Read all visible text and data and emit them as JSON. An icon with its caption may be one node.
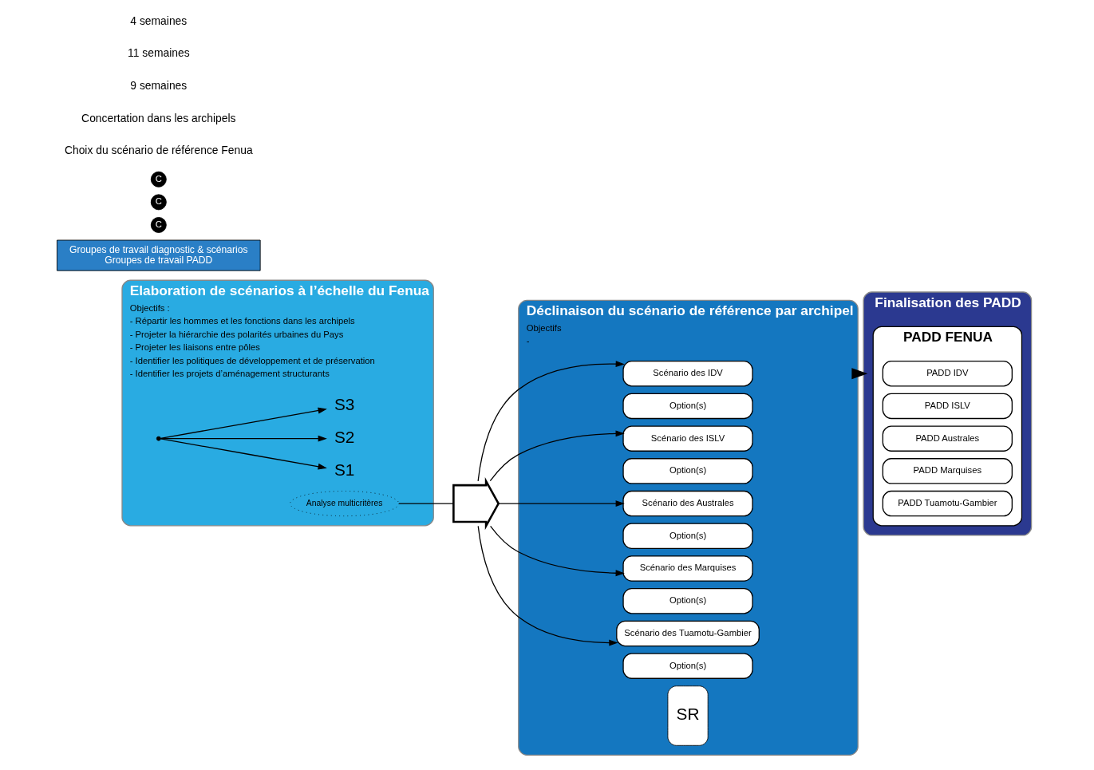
{
  "diagram": {
    "nodes": [
      {
        "text": [
          "Elaboration de scénarios à l’échelle du Fenua",
          "Objectifs :",
          "- Répartir les hommes et les fonctions dans les archipels",
          "- Projeter la hiérarchie des polarités urbaines du Pays",
          "- Projeter les liaisons entre pôles",
          "- Identifier les politiques de développement et de préservation",
          "- Identifier les projets d’aménagement structurants"
        ]
      },
      {
        "text": [],
        "shape": "point",
        "in": 0
      },
      {
        "text": [
          "Analyse multicritères"
        ],
        "in": 0
      },
      {
        "text": [
          "S1"
        ],
        "in": 0
      },
      {
        "text": [
          "S2"
        ],
        "in": 0
      },
      {
        "text": [
          "S3"
        ],
        "in": 0
      },
      {
        "text": [],
        "shape": "arrow"
      },
      {
        "text": [
          "Déclinaison du scénario de référence par archipel",
          "Objectifs",
          "-"
        ]
      },
      {
        "text": [
          "Scénario des IDV"
        ],
        "in": 7
      },
      {
        "text": [
          "Option(s)"
        ],
        "in": 7
      },
      {
        "text": [
          "Scénario des ISLV"
        ],
        "in": 7
      },
      {
        "text": [
          "Option(s)"
        ],
        "in": 7
      },
      {
        "text": [
          "Scénario des Australes"
        ],
        "in": 7
      },
      {
        "text": [
          "Option(s)"
        ],
        "in": 7
      },
      {
        "text": [
          "Scénario des Marquises"
        ],
        "in": 7
      },
      {
        "text": [
          "Option(s)"
        ],
        "in": 7
      },
      {
        "text": [
          "Scénario des Tuamotu-Gambier"
        ],
        "in": 7
      },
      {
        "text": [
          "Option(s)"
        ],
        "in": 7
      },
      {
        "text": [
          "SR"
        ],
        "in": 7
      },
      {
        "text": [
          "Finalisation des PADD"
        ]
      },
      {
        "text": [
          "PADD FENUA"
        ],
        "in": 19
      },
      {
        "text": [
          "PADD IDV"
        ],
        "in": 20
      },
      {
        "text": [
          "PADD ISLV"
        ],
        "in": 20
      },
      {
        "text": [
          "PADD Australes"
        ],
        "in": 20
      },
      {
        "text": [
          "PADD Marquises"
        ],
        "in": 20
      },
      {
        "text": [
          "PADD Tuamotu-Gambier"
        ],
        "in": 20
      },
      {
        "text": [
          "Groupes de travail diagnostic & scénarios",
          "Groupes de travail PADD"
        ]
      },
      {
        "text": [
          "C"
        ]
      },
      {
        "text": [
          "C"
        ]
      },
      {
        "text": [
          "C"
        ]
      }
    ],
    "edges": [
      {
        "from": 1,
        "to": 3,
        "arrow": "to"
      },
      {
        "from": 1,
        "to": 4,
        "arrow": "to"
      },
      {
        "from": 1,
        "to": 5,
        "arrow": "to"
      },
      {
        "from": 2,
        "to": 6,
        "arrow": "none"
      },
      {
        "from": 6,
        "to": 8,
        "arrow": "to"
      },
      {
        "from": 6,
        "to": 10,
        "arrow": "to"
      },
      {
        "from": 6,
        "to": 12,
        "arrow": "to"
      },
      {
        "from": 6,
        "to": 14,
        "arrow": "to"
      },
      {
        "from": 6,
        "to": 16,
        "arrow": "to"
      },
      {
        "from": 7,
        "to": 19,
        "arrow": "to",
        "style": "thick"
      }
    ],
    "labels": [
      "Choix du scénario de référence Fenua",
      "Concertation dans les archipels",
      "9 semaines",
      "11 semaines",
      "4 semaines"
    ]
  }
}
